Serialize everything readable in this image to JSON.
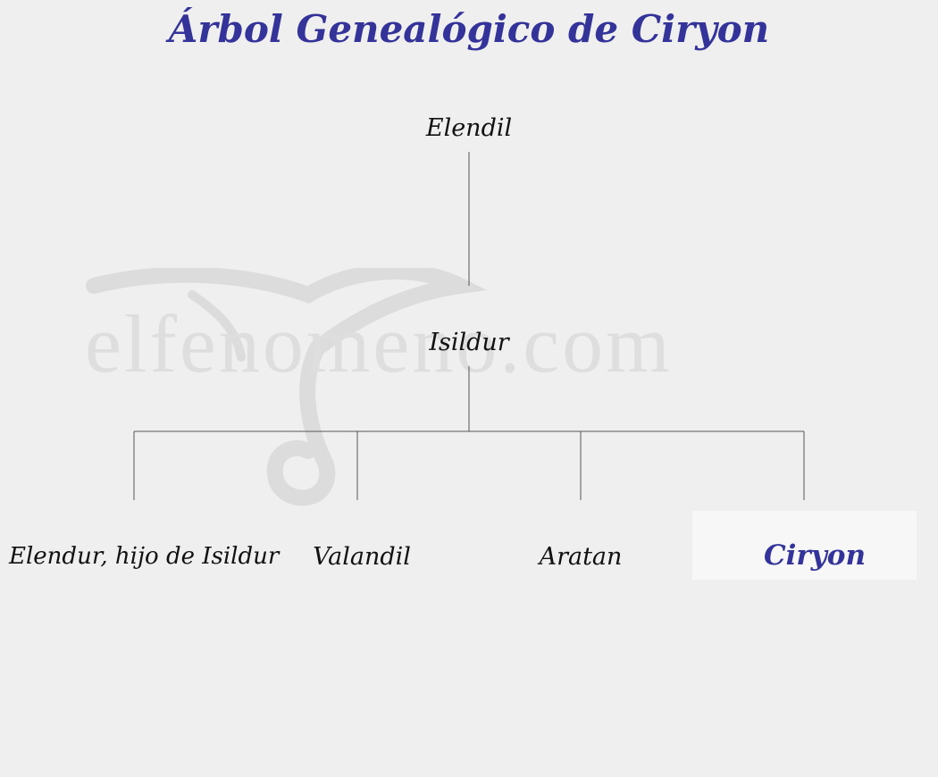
{
  "title": "Árbol Genealógico de Ciryon",
  "watermark": "elfenomeno.com",
  "tree": {
    "root": "Elendil",
    "child": "Isildur",
    "grandchildren": [
      "Elendur, hijo de Isildur",
      "Valandil",
      "Aratan",
      "Ciryon"
    ],
    "highlighted": "Ciryon"
  },
  "colors": {
    "title": "#333399",
    "highlight_text": "#333399",
    "lines": "#555555",
    "background": "#efefef"
  }
}
